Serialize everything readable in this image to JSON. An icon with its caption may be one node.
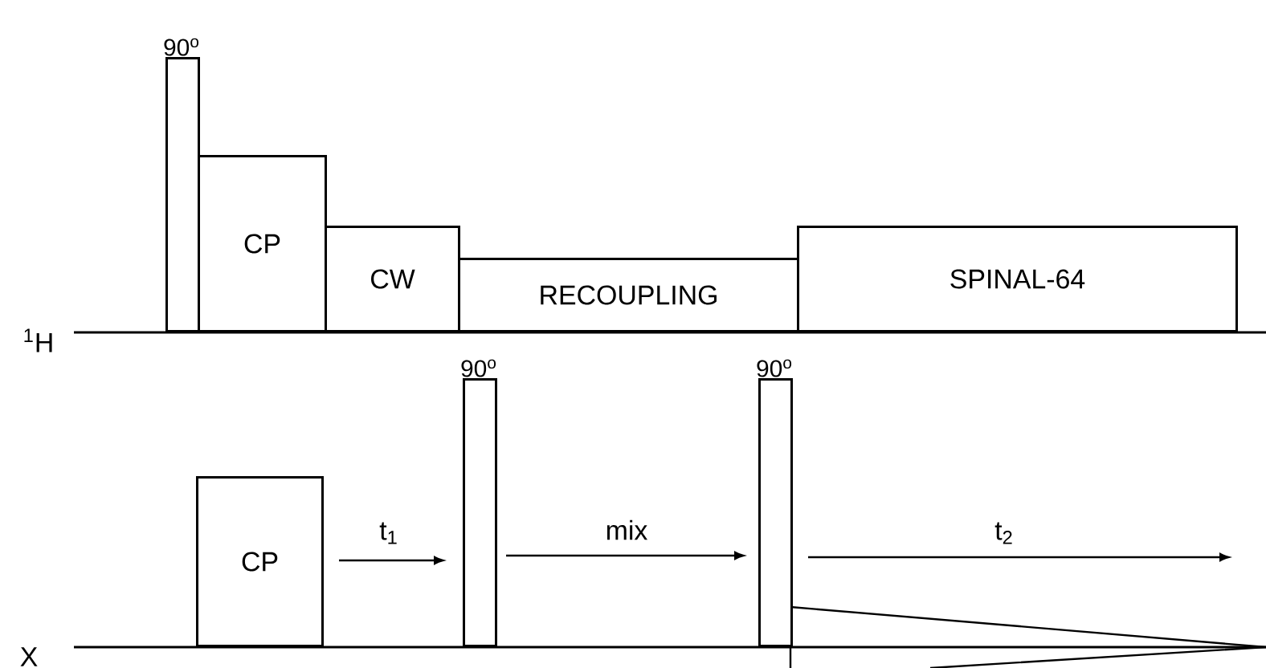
{
  "diagram": {
    "nodes": [
      {
        "text": [],
        "shape": "bar",
        "beside": [
          "90$^{o}$"
        ]
      },
      {
        "text": [
          "CP"
        ]
      },
      {
        "text": [
          "CW"
        ]
      },
      {
        "text": [
          "RECOUPLING"
        ]
      },
      {
        "text": [
          "SPINAL-64"
        ]
      },
      {
        "text": [
          "CP"
        ]
      },
      {
        "text": [],
        "shape": "bar",
        "beside": [
          "90$^{o}$"
        ]
      },
      {
        "text": [],
        "shape": "bar",
        "beside": [
          "90$^{o}$"
        ]
      }
    ],
    "labels": [
      "$^{1}$H",
      "X",
      "t$_{1}$",
      "mix",
      "t$_{2}$"
    ]
  }
}
